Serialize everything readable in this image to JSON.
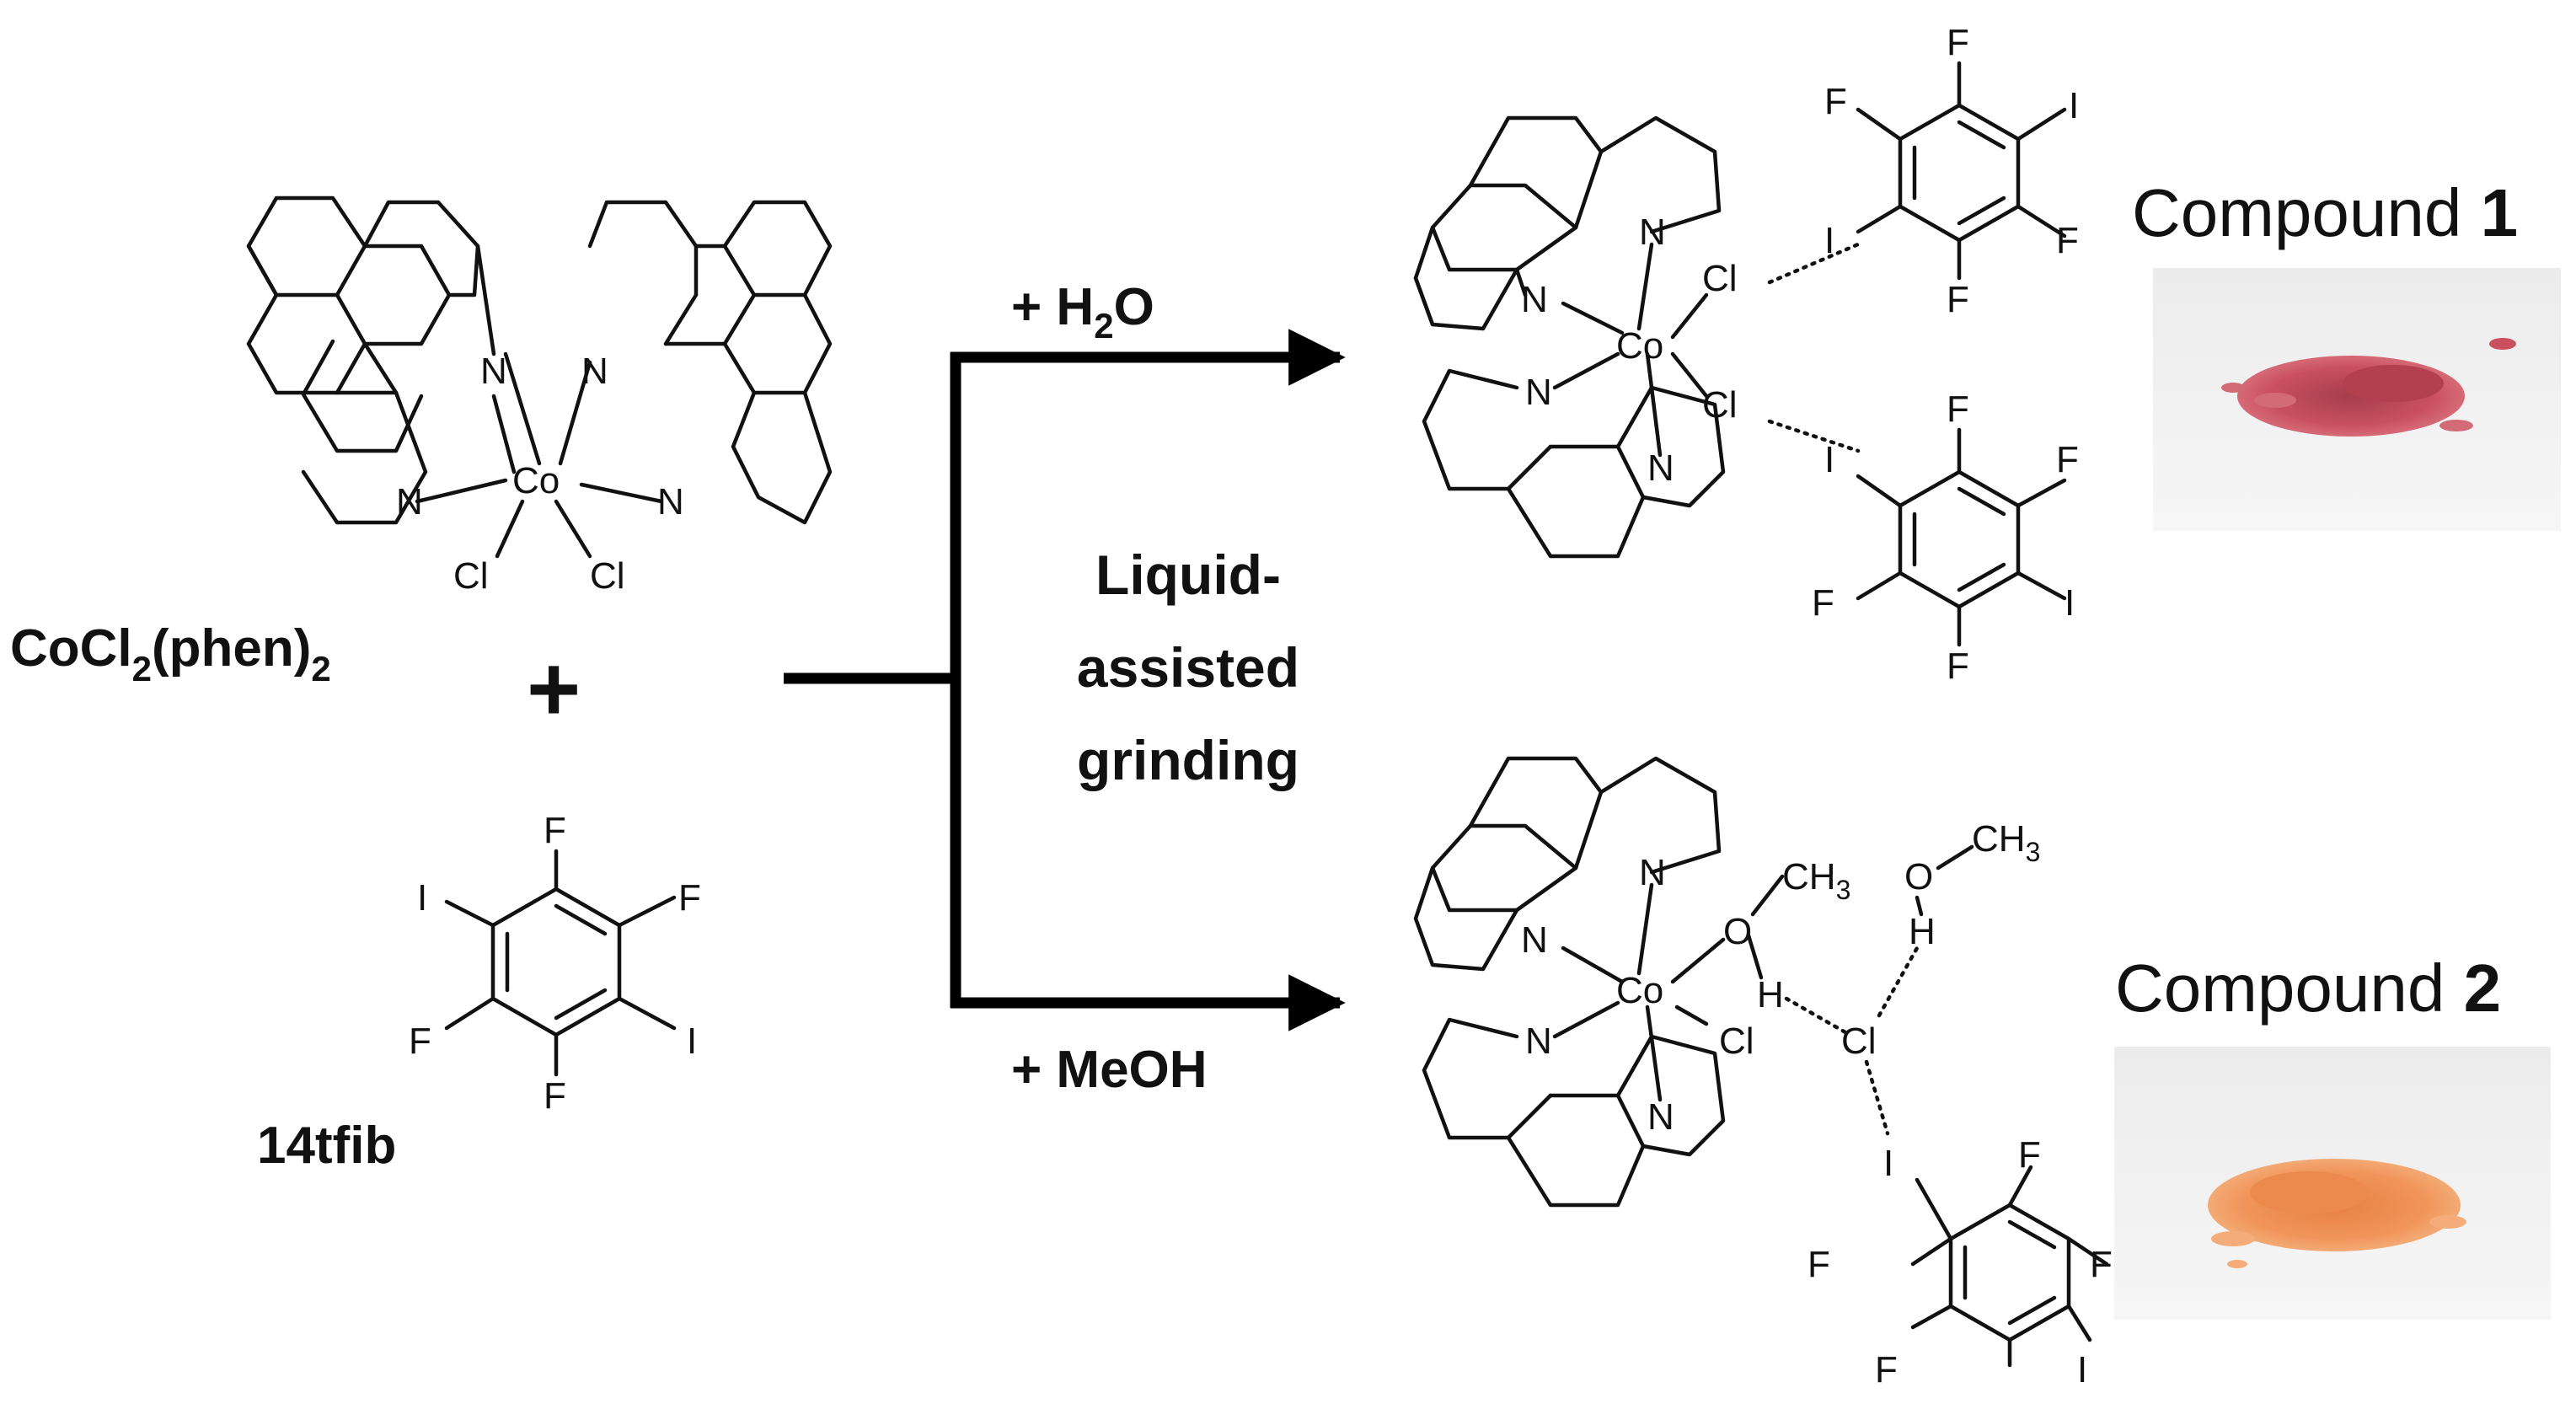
{
  "reactant_complex": {
    "name_main": "CoCl",
    "name_sub1": "2",
    "name_mid": "(phen)",
    "name_sub2": "2",
    "atoms": {
      "metal": "Co",
      "nitrogen": "N",
      "chlorine": "Cl"
    }
  },
  "plus_sign": "+",
  "coformer": {
    "name": "14tfib",
    "atoms": {
      "fluorine": "F",
      "iodine": "I"
    }
  },
  "method": {
    "line1": "Liquid-",
    "line2": "assisted",
    "line3": "grinding"
  },
  "upper_route": {
    "reagent_prefix": "+ H",
    "reagent_sub": "2",
    "reagent_suffix": "O"
  },
  "lower_route": {
    "reagent": "+ MeOH"
  },
  "product_atoms": {
    "metal": "Co",
    "nitrogen": "N",
    "chlorine": "Cl",
    "fluorine": "F",
    "iodine": "I",
    "oxygen": "O",
    "hydrogen": "H",
    "methyl_c": "CH",
    "methyl_sub": "3"
  },
  "compound1": {
    "label_text": "Compound ",
    "label_number": "1",
    "photo_color": "#c9515f"
  },
  "compound2": {
    "label_text": "Compound ",
    "label_number": "2",
    "photo_color": "#f0955a"
  },
  "colors": {
    "ink": "#111111",
    "background": "#ffffff"
  }
}
